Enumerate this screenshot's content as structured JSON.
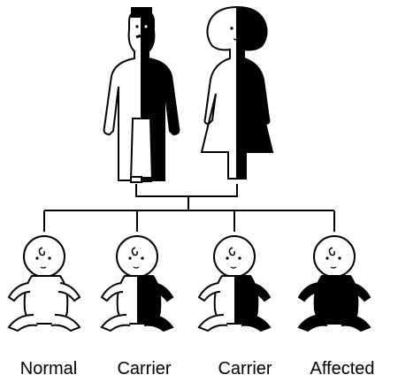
{
  "diagram": {
    "parents": [
      {
        "role": "father",
        "status": "carrier",
        "fill": "half-black"
      },
      {
        "role": "mother",
        "status": "carrier",
        "fill": "half-black"
      }
    ],
    "children": [
      {
        "label": "Normal",
        "fill": "none"
      },
      {
        "label": "Carrier",
        "fill": "half-black"
      },
      {
        "label": "Carrier",
        "fill": "half-black"
      },
      {
        "label": "Affected",
        "fill": "full-black"
      }
    ],
    "colors": {
      "line": "#000000",
      "affected_fill": "#000000",
      "background": "#ffffff"
    }
  }
}
